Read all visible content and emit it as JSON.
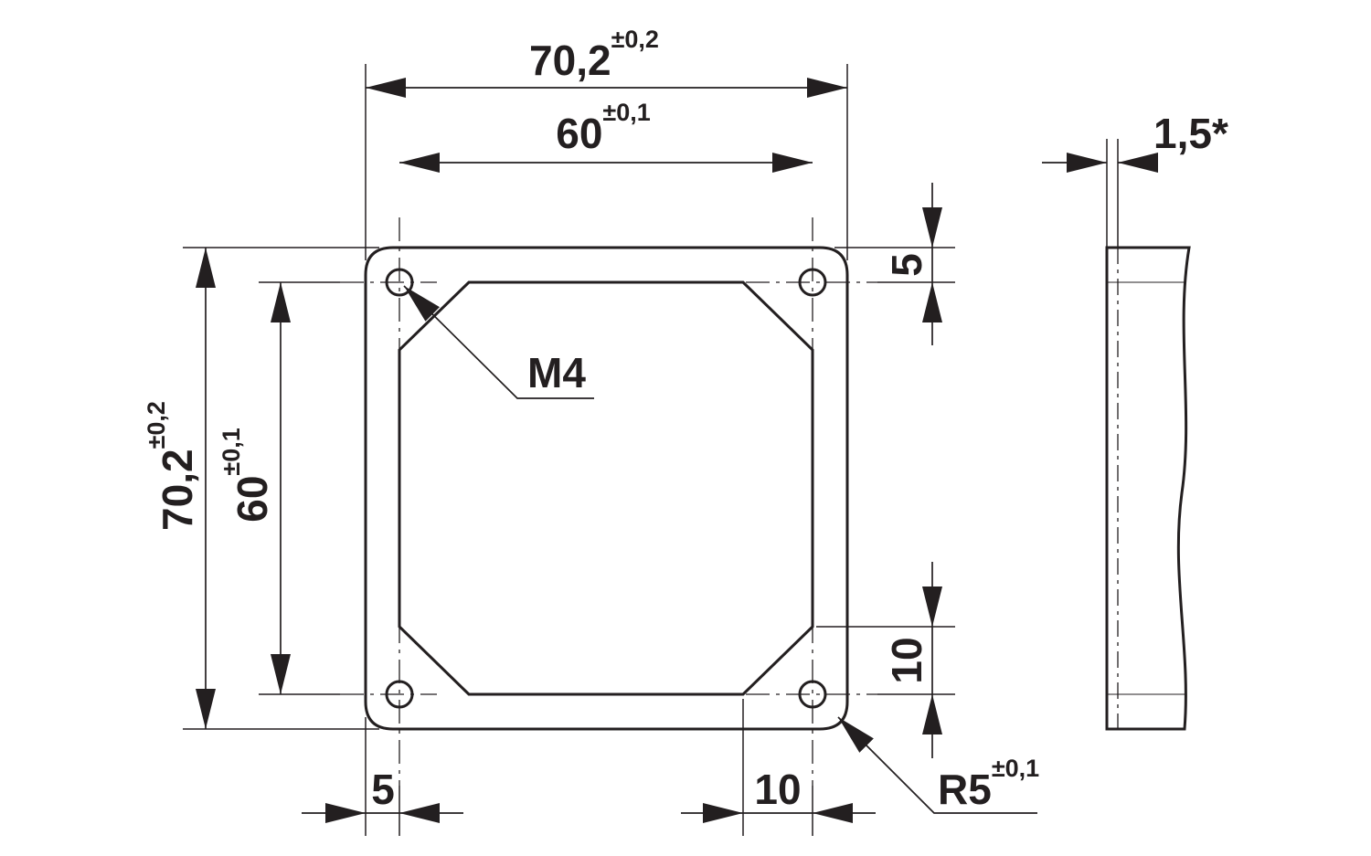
{
  "colors": {
    "line": "#231f20",
    "background": "#ffffff"
  },
  "dimensions": {
    "overall_width": {
      "value": "70,2",
      "tolerance": "±0,2"
    },
    "hole_spacing_width": {
      "value": "60",
      "tolerance": "±0,1"
    },
    "overall_height": {
      "value": "70,2",
      "tolerance": "±0,2"
    },
    "hole_spacing_height": {
      "value": "60",
      "tolerance": "±0,1"
    },
    "thickness": {
      "value": "1,5*"
    },
    "top_hole_offset": {
      "value": "5"
    },
    "bottom_chamfer_vertical": {
      "value": "10"
    },
    "left_hole_offset": {
      "value": "5"
    },
    "bottom_chamfer_horizontal": {
      "value": "10"
    },
    "thread": {
      "value": "M4"
    },
    "corner_radius": {
      "value": "R5",
      "tolerance": "±0,1"
    }
  }
}
